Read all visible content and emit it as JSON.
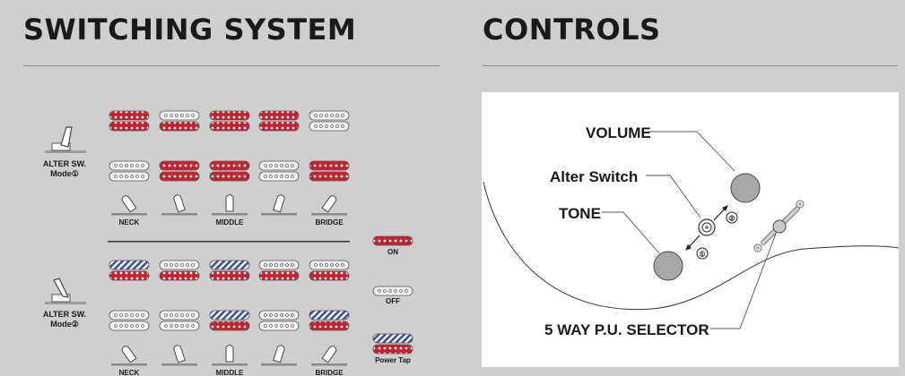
{
  "switching": {
    "title": "SWITCHING SYSTEM",
    "mode1_label": "ALTER SW.",
    "mode1_sub": "Mode①",
    "mode2_label": "ALTER SW.",
    "mode2_sub": "Mode②",
    "positions": [
      "NECK",
      "",
      "MIDDLE",
      "",
      "BRIDGE"
    ],
    "mode1_rows": [
      [
        "on",
        "off",
        "on",
        "on",
        "off"
      ],
      [
        "on",
        "on",
        "on",
        "on",
        "off"
      ]
    ],
    "mode1_rows_b": [
      [
        "off",
        "on",
        "on",
        "off",
        "on"
      ],
      [
        "off",
        "on",
        "on",
        "off",
        "on"
      ]
    ],
    "mode2_rows": [
      [
        "tap",
        "off",
        "tap",
        "off",
        "off"
      ],
      [
        "on",
        "on",
        "on",
        "on",
        "on"
      ]
    ],
    "mode2_rows_b": [
      [
        "off",
        "off",
        "tap",
        "off",
        "tap"
      ],
      [
        "off",
        "off",
        "on",
        "off",
        "on"
      ]
    ],
    "legend": {
      "on": "ON",
      "off": "OFF",
      "tap": "Power Tap"
    },
    "colors": {
      "on": "#c8202e",
      "tap": "#3a4fa0",
      "off": "#f2f2f2"
    }
  },
  "controls": {
    "title": "CONTROLS",
    "volume": "VOLUME",
    "alter_switch": "Alter Switch",
    "tone": "TONE",
    "selector": "5 WAY P.U. SELECTOR",
    "marker1": "①",
    "marker2": "②"
  }
}
